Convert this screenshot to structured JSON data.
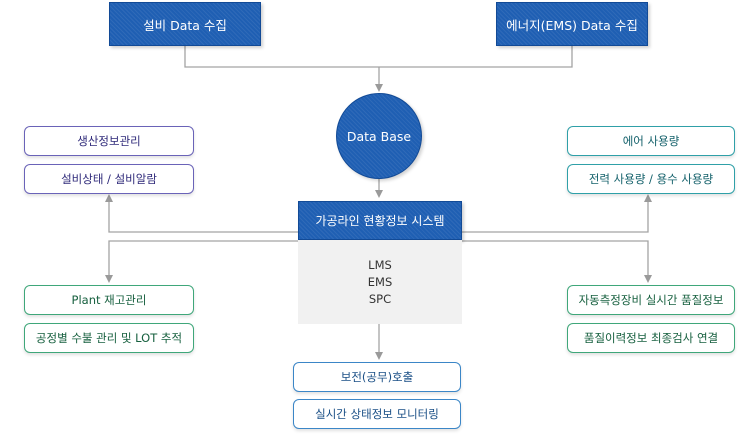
{
  "sources": {
    "equipment": "설비 Data 수집",
    "energy": "에너지(EMS) Data 수집"
  },
  "database": "Data Base",
  "system": {
    "title": "가공라인 현황정보 시스템",
    "modules": [
      "LMS",
      "EMS",
      "SPC"
    ]
  },
  "left_top": [
    "생산정보관리",
    "설비상태 / 설비알람"
  ],
  "right_top": [
    "에어 사용량",
    "전력 사용량 / 용수 사용량"
  ],
  "left_bottom": [
    "Plant 재고관리",
    "공정별 수불 관리 및 LOT 추적"
  ],
  "right_bottom": [
    "자동측정장비 실시간 품질정보",
    "품질이력정보 최종검사 연결"
  ],
  "bottom": [
    "보전(공무)호출",
    "실시간 상태정보 모니터링"
  ]
}
